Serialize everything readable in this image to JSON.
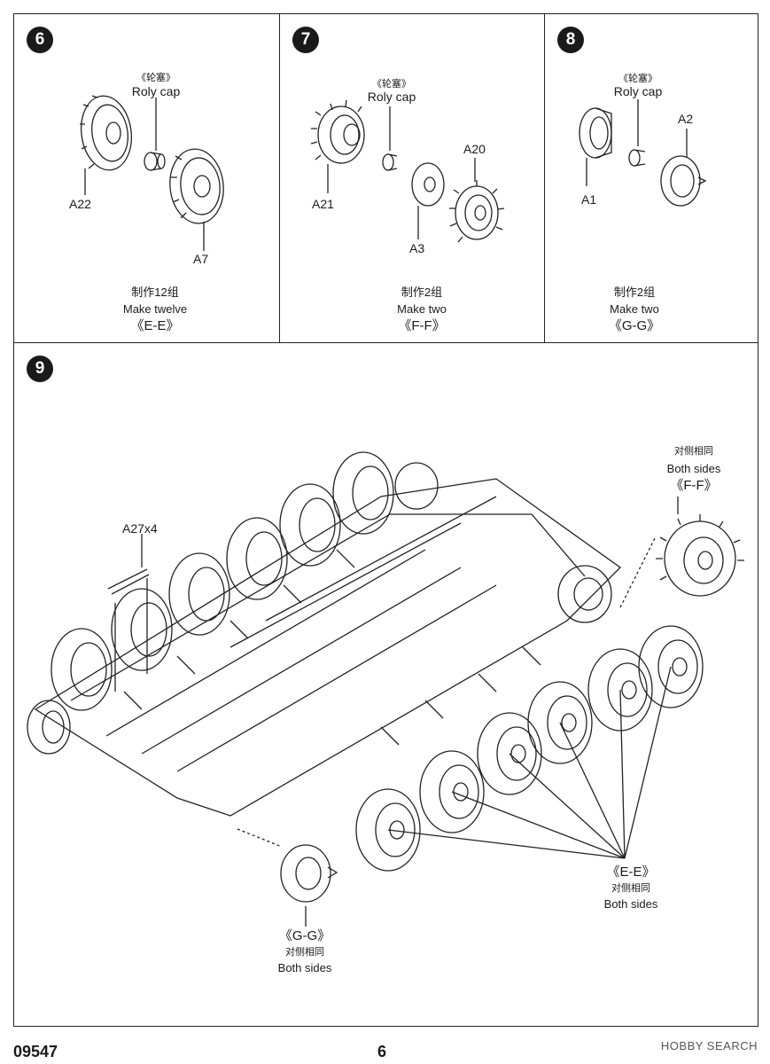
{
  "steps": {
    "six": {
      "number": "6",
      "cap_cn": "《轮塞》",
      "cap_en": "Roly cap",
      "parts": {
        "left": "A22",
        "right": "A7"
      },
      "qty_cn": "制作12组",
      "qty_en": "Make twelve",
      "code": "《E-E》"
    },
    "seven": {
      "number": "7",
      "cap_cn": "《轮塞》",
      "cap_en": "Roly cap",
      "parts": {
        "left": "A21",
        "right": "A20",
        "middle": "A3"
      },
      "qty_cn": "制作2组",
      "qty_en": "Make two",
      "code": "《F-F》"
    },
    "eight": {
      "number": "8",
      "cap_cn": "《轮塞》",
      "cap_en": "Roly cap",
      "parts": {
        "left": "A1",
        "right": "A2"
      },
      "qty_cn": "制作2组",
      "qty_en": "Make two",
      "code": "《G-G》"
    },
    "nine": {
      "number": "9",
      "part_a27": "A27x4",
      "ff": {
        "cn": "对侧相同",
        "en": "Both sides",
        "code": "《F-F》"
      },
      "ee": {
        "code": "《E-E》",
        "cn": "对侧相同",
        "en": "Both sides"
      },
      "gg": {
        "code": "《G-G》",
        "cn": "对侧相同",
        "en": "Both sides"
      }
    }
  },
  "footer": {
    "kit_number": "09547",
    "page_number": "6",
    "watermark": "HOBBY SEARCH"
  }
}
